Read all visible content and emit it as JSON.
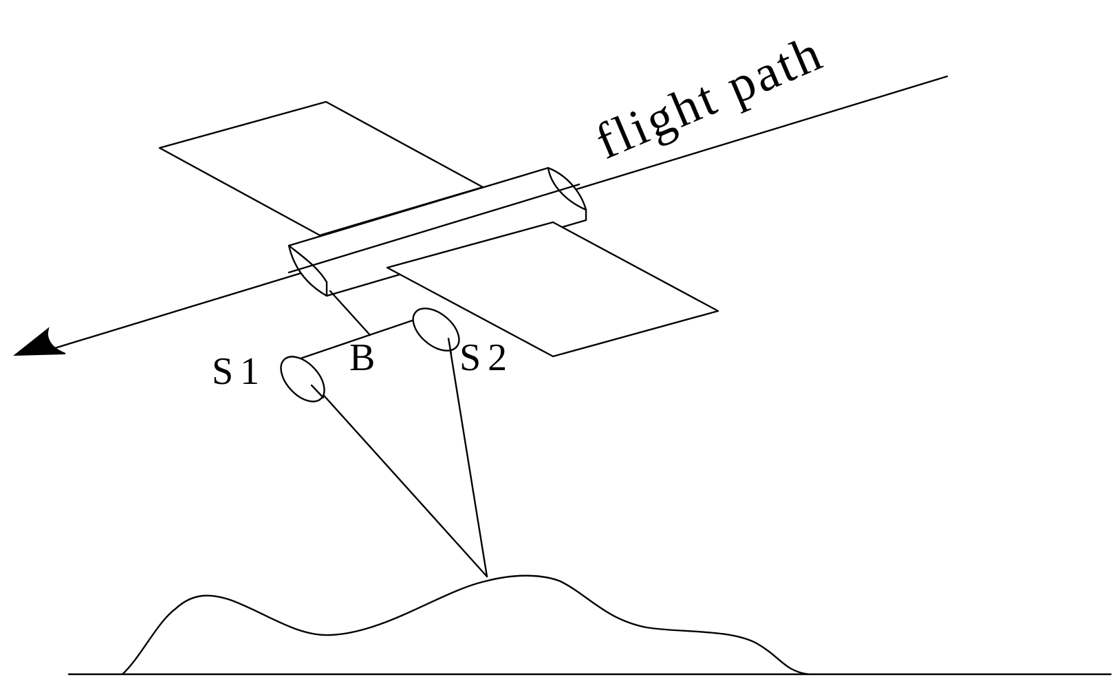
{
  "diagram": {
    "flight_path_label": "flight path",
    "baseline_label": "B",
    "sensor1_label": "S1",
    "sensor2_label": "S2"
  },
  "colors": {
    "line": "#000000",
    "background": "#ffffff"
  },
  "icons": {
    "arrowhead": "arrowhead-icon"
  }
}
